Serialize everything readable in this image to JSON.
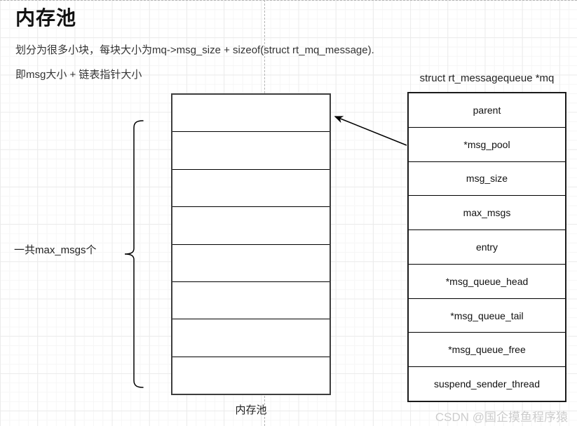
{
  "page": {
    "title": "内存池",
    "note_line1": "划分为很多小块，每块大小为mq->msg_size + sizeof(struct rt_mq_message).",
    "note_line2": "即msg大小 + 链表指针大小"
  },
  "memory_pool": {
    "block_count": 8,
    "caption": "内存池",
    "brace_label": "一共max_msgs个"
  },
  "struct_table": {
    "header": "struct rt_messagequeue *mq",
    "rows": [
      "parent",
      "*msg_pool",
      "msg_size",
      "max_msgs",
      "entry",
      "*msg_queue_head",
      "*msg_queue_tail",
      "*msg_queue_free",
      "suspend_sender_thread"
    ]
  },
  "watermark": "CSDN @国企摸鱼程序猿",
  "colors": {
    "line": "#000000",
    "pool_border": "#3d3d3d",
    "text": "#333333",
    "grid_minor": "#f6f6f6",
    "grid_major": "#ebebeb",
    "dashed_guide": "#b3b3b3",
    "watermark": "#cccccc"
  }
}
